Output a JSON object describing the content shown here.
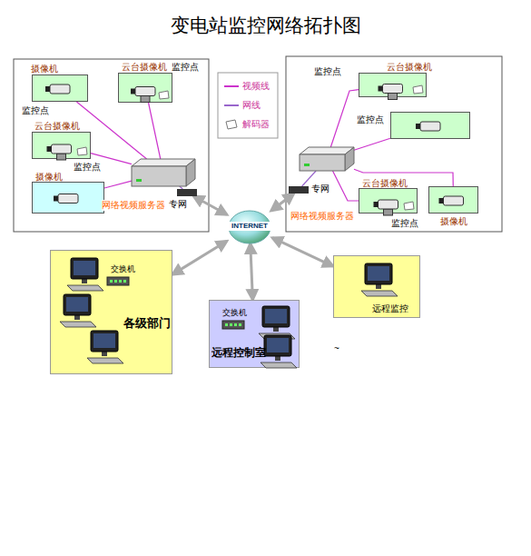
{
  "diagram": {
    "title": "变电站监控网络拓扑图",
    "nodes": [
      {
        "text": [
          "摄像机",
          "监控点"
        ]
      },
      {
        "text": [
          "云台摄像机",
          "监控点"
        ]
      },
      {
        "text": [
          "云台摄像机",
          "监控点"
        ]
      },
      {
        "text": [
          "摄像机"
        ]
      },
      {
        "text": [
          "网络视频服务器"
        ]
      },
      {
        "text": [
          "专网"
        ]
      },
      {
        "text": [
          "云台摄像机",
          "监控点"
        ]
      },
      {
        "text": [
          "监控点"
        ]
      },
      {
        "text": [
          "网络视频服务器"
        ]
      },
      {
        "text": [
          "专网"
        ]
      },
      {
        "text": [
          "云台摄像机",
          "监控点"
        ]
      },
      {
        "text": [
          "摄像机"
        ]
      },
      {
        "text": [
          "INTERNET"
        ]
      },
      {
        "text": [
          "交换机",
          "各级部门"
        ]
      },
      {
        "text": [
          "交换机",
          "远程控制室"
        ]
      },
      {
        "text": [
          "远程监控"
        ]
      }
    ],
    "edges": [
      {
        "from": 0,
        "to": 4,
        "arrow": "none"
      },
      {
        "from": 1,
        "to": 4,
        "arrow": "none"
      },
      {
        "from": 2,
        "to": 4,
        "arrow": "none"
      },
      {
        "from": 3,
        "to": 4,
        "arrow": "none"
      },
      {
        "from": 4,
        "to": 5,
        "arrow": "none"
      },
      {
        "from": 5,
        "to": 12,
        "arrow": "both"
      },
      {
        "from": 6,
        "to": 8,
        "arrow": "none"
      },
      {
        "from": 7,
        "to": 8,
        "arrow": "none"
      },
      {
        "from": 10,
        "to": 8,
        "arrow": "none"
      },
      {
        "from": 11,
        "to": 8,
        "arrow": "none"
      },
      {
        "from": 8,
        "to": 9,
        "arrow": "none"
      },
      {
        "from": 9,
        "to": 12,
        "arrow": "both"
      },
      {
        "from": 12,
        "to": 13,
        "arrow": "both"
      },
      {
        "from": 12,
        "to": 14,
        "arrow": "both"
      },
      {
        "from": 12,
        "to": 15,
        "arrow": "both"
      }
    ],
    "labels": [
      "~"
    ],
    "legend": [
      {
        "text": "视频线"
      },
      {
        "text": "网线"
      },
      {
        "text": "解码器"
      }
    ]
  }
}
